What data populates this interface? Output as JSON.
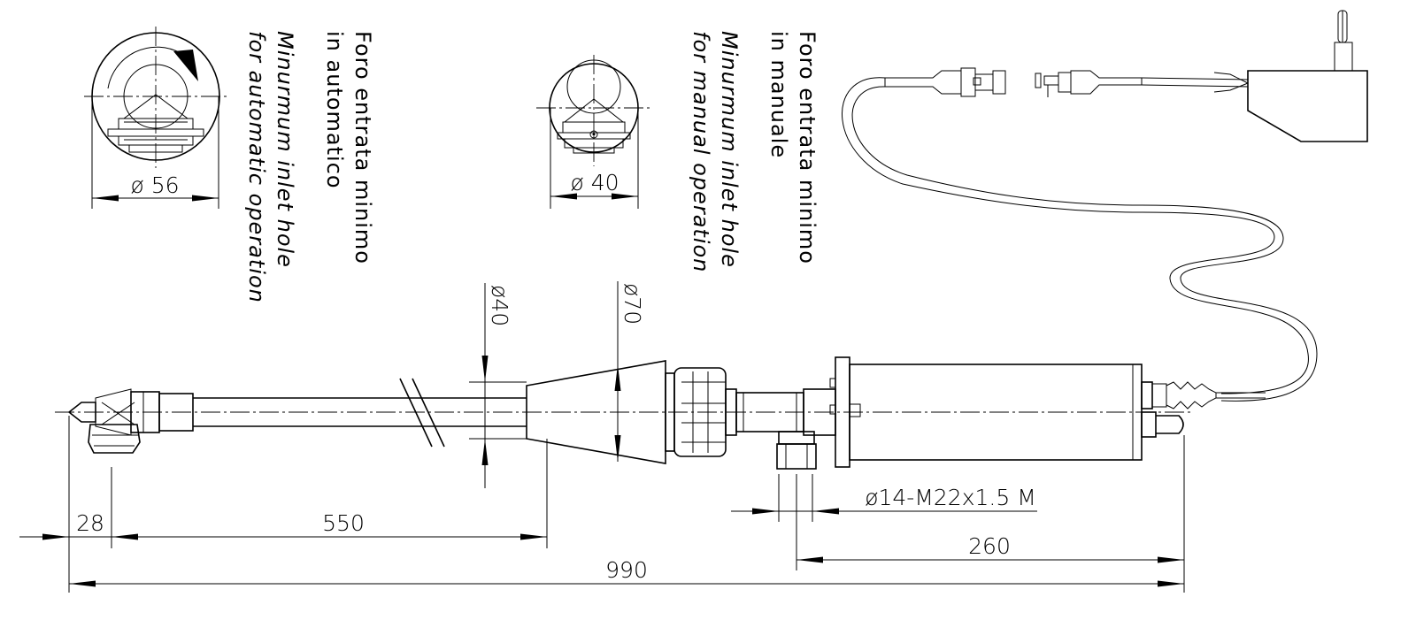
{
  "notes": {
    "automatic": {
      "it_line1": "Foro entrata minimo",
      "it_line2": "in automatico",
      "en_line1": "Minurmum inlet hole",
      "en_line2": "for automatic operation"
    },
    "manual": {
      "it_line1": "Foro entrata minimo",
      "it_line2": "in manuale",
      "en_line1": "Minurmum inlet hole",
      "en_line2": "for manual operation"
    }
  },
  "dimensions": {
    "hole_auto": "ø 56",
    "hole_manual": "ø 40",
    "dia_probe": "ø40",
    "dia_cone": "ø70",
    "thread": "ø14-M22x1.5 M",
    "tip_length": "28",
    "probe_length": "550",
    "body_length": "260",
    "total_length": "990"
  }
}
